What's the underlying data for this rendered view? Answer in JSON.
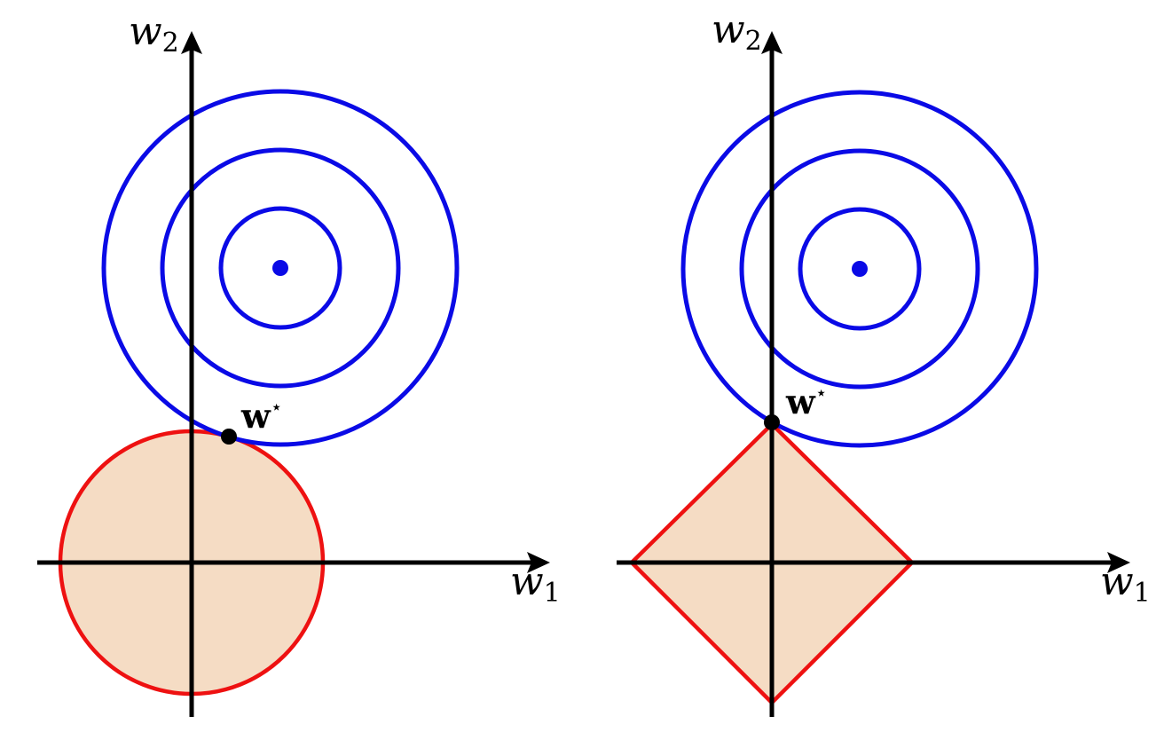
{
  "colors": {
    "axis": "#000000",
    "contour": "#0a0ae6",
    "center": "#0a0ae6",
    "region_stroke": "#ee1111",
    "region_fill": "#f5dcc4",
    "point": "#000000"
  },
  "panels": [
    {
      "id": "left",
      "region_shape": "circle",
      "axis_labels": {
        "x_var": "w",
        "x_sub": "1",
        "y_var": "w",
        "y_sub": "2"
      },
      "point_label": {
        "text": "w",
        "sup": "⋆"
      }
    },
    {
      "id": "right",
      "region_shape": "diamond",
      "axis_labels": {
        "x_var": "w",
        "x_sub": "1",
        "y_var": "w",
        "y_sub": "2"
      },
      "point_label": {
        "text": "w",
        "sup": "⋆"
      }
    }
  ]
}
